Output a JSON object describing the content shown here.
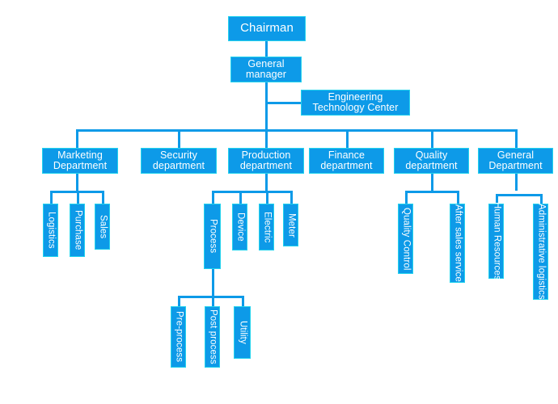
{
  "chart_data": {
    "type": "diagram",
    "diagram_type": "organization-chart",
    "title": "",
    "orientation": "top-down",
    "node_fill_color": "#0d9ae8",
    "node_border_color": "#22d3ee",
    "connector_color": "#0d9ae8",
    "text_color": "#ffffff",
    "background_color": "#ffffff",
    "levels": [
      [
        "Chairman"
      ],
      [
        "General manager"
      ],
      [
        "Engineering Technology Center"
      ],
      [
        "Marketing Department",
        "Security department",
        "Production department",
        "Finance department",
        "Quality department",
        "General Department"
      ],
      [
        "Logistics",
        "Purchase",
        "Sales",
        "Process",
        "Device",
        "Electric",
        "Meter",
        "Quality Control",
        "After sales service",
        "Human Resources",
        "Administrative logistics"
      ],
      [
        "Pre-process",
        "Post process",
        "Utility"
      ]
    ]
  },
  "nodes": {
    "chairman": {
      "label": "Chairman"
    },
    "general_manager": {
      "label": "General\nmanager"
    },
    "engineering_technology_center": {
      "label": "Engineering\nTechnology Center"
    },
    "marketing_department": {
      "label": "Marketing\nDepartment"
    },
    "security_department": {
      "label": "Security\ndepartment"
    },
    "production_department": {
      "label": "Production\ndepartment"
    },
    "finance_department": {
      "label": "Finance\ndepartment"
    },
    "quality_department": {
      "label": "Quality\ndepartment"
    },
    "general_department": {
      "label": "General\nDepartment"
    },
    "logistics": {
      "label": "Logistics"
    },
    "purchase": {
      "label": "Purchase"
    },
    "sales": {
      "label": "Sales"
    },
    "process": {
      "label": "Process"
    },
    "device": {
      "label": "Device"
    },
    "electric": {
      "label": "Electric"
    },
    "meter": {
      "label": "Meter"
    },
    "quality_control": {
      "label": "Quality Control"
    },
    "after_sales_service": {
      "label": "After sales service"
    },
    "human_resources": {
      "label": "Human Resources"
    },
    "administrative_logistics": {
      "label": "Administrative logistics"
    },
    "pre_process": {
      "label": "Pre-process"
    },
    "post_process": {
      "label": "Post process"
    },
    "utility": {
      "label": "Utility"
    }
  }
}
